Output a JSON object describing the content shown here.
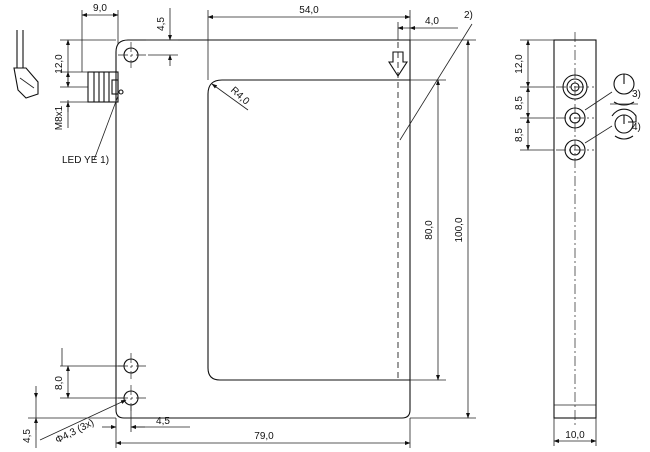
{
  "dimensions": {
    "dim_9": "9,0",
    "dim_4_5_top": "4,5",
    "dim_54": "54,0",
    "dim_4": "4,0",
    "dim_12_left": "12,0",
    "dim_m8": "M8x1",
    "radius": "R4,0",
    "dim_80": "80,0",
    "dim_100": "100,0",
    "dim_8": "8,0",
    "dim_4_5_left": "4,5",
    "dim_hole": "Φ4,3 (3x)",
    "dim_4_5_bottom": "4,5",
    "dim_79": "79,0",
    "dim_12_side": "12,0",
    "dim_8_5_a": "8,5",
    "dim_8_5_b": "8,5",
    "dim_10": "10,0"
  },
  "callouts": {
    "note_2": "2)",
    "led": "LED YE 1)",
    "note_3": "3)",
    "note_4": "4)"
  }
}
